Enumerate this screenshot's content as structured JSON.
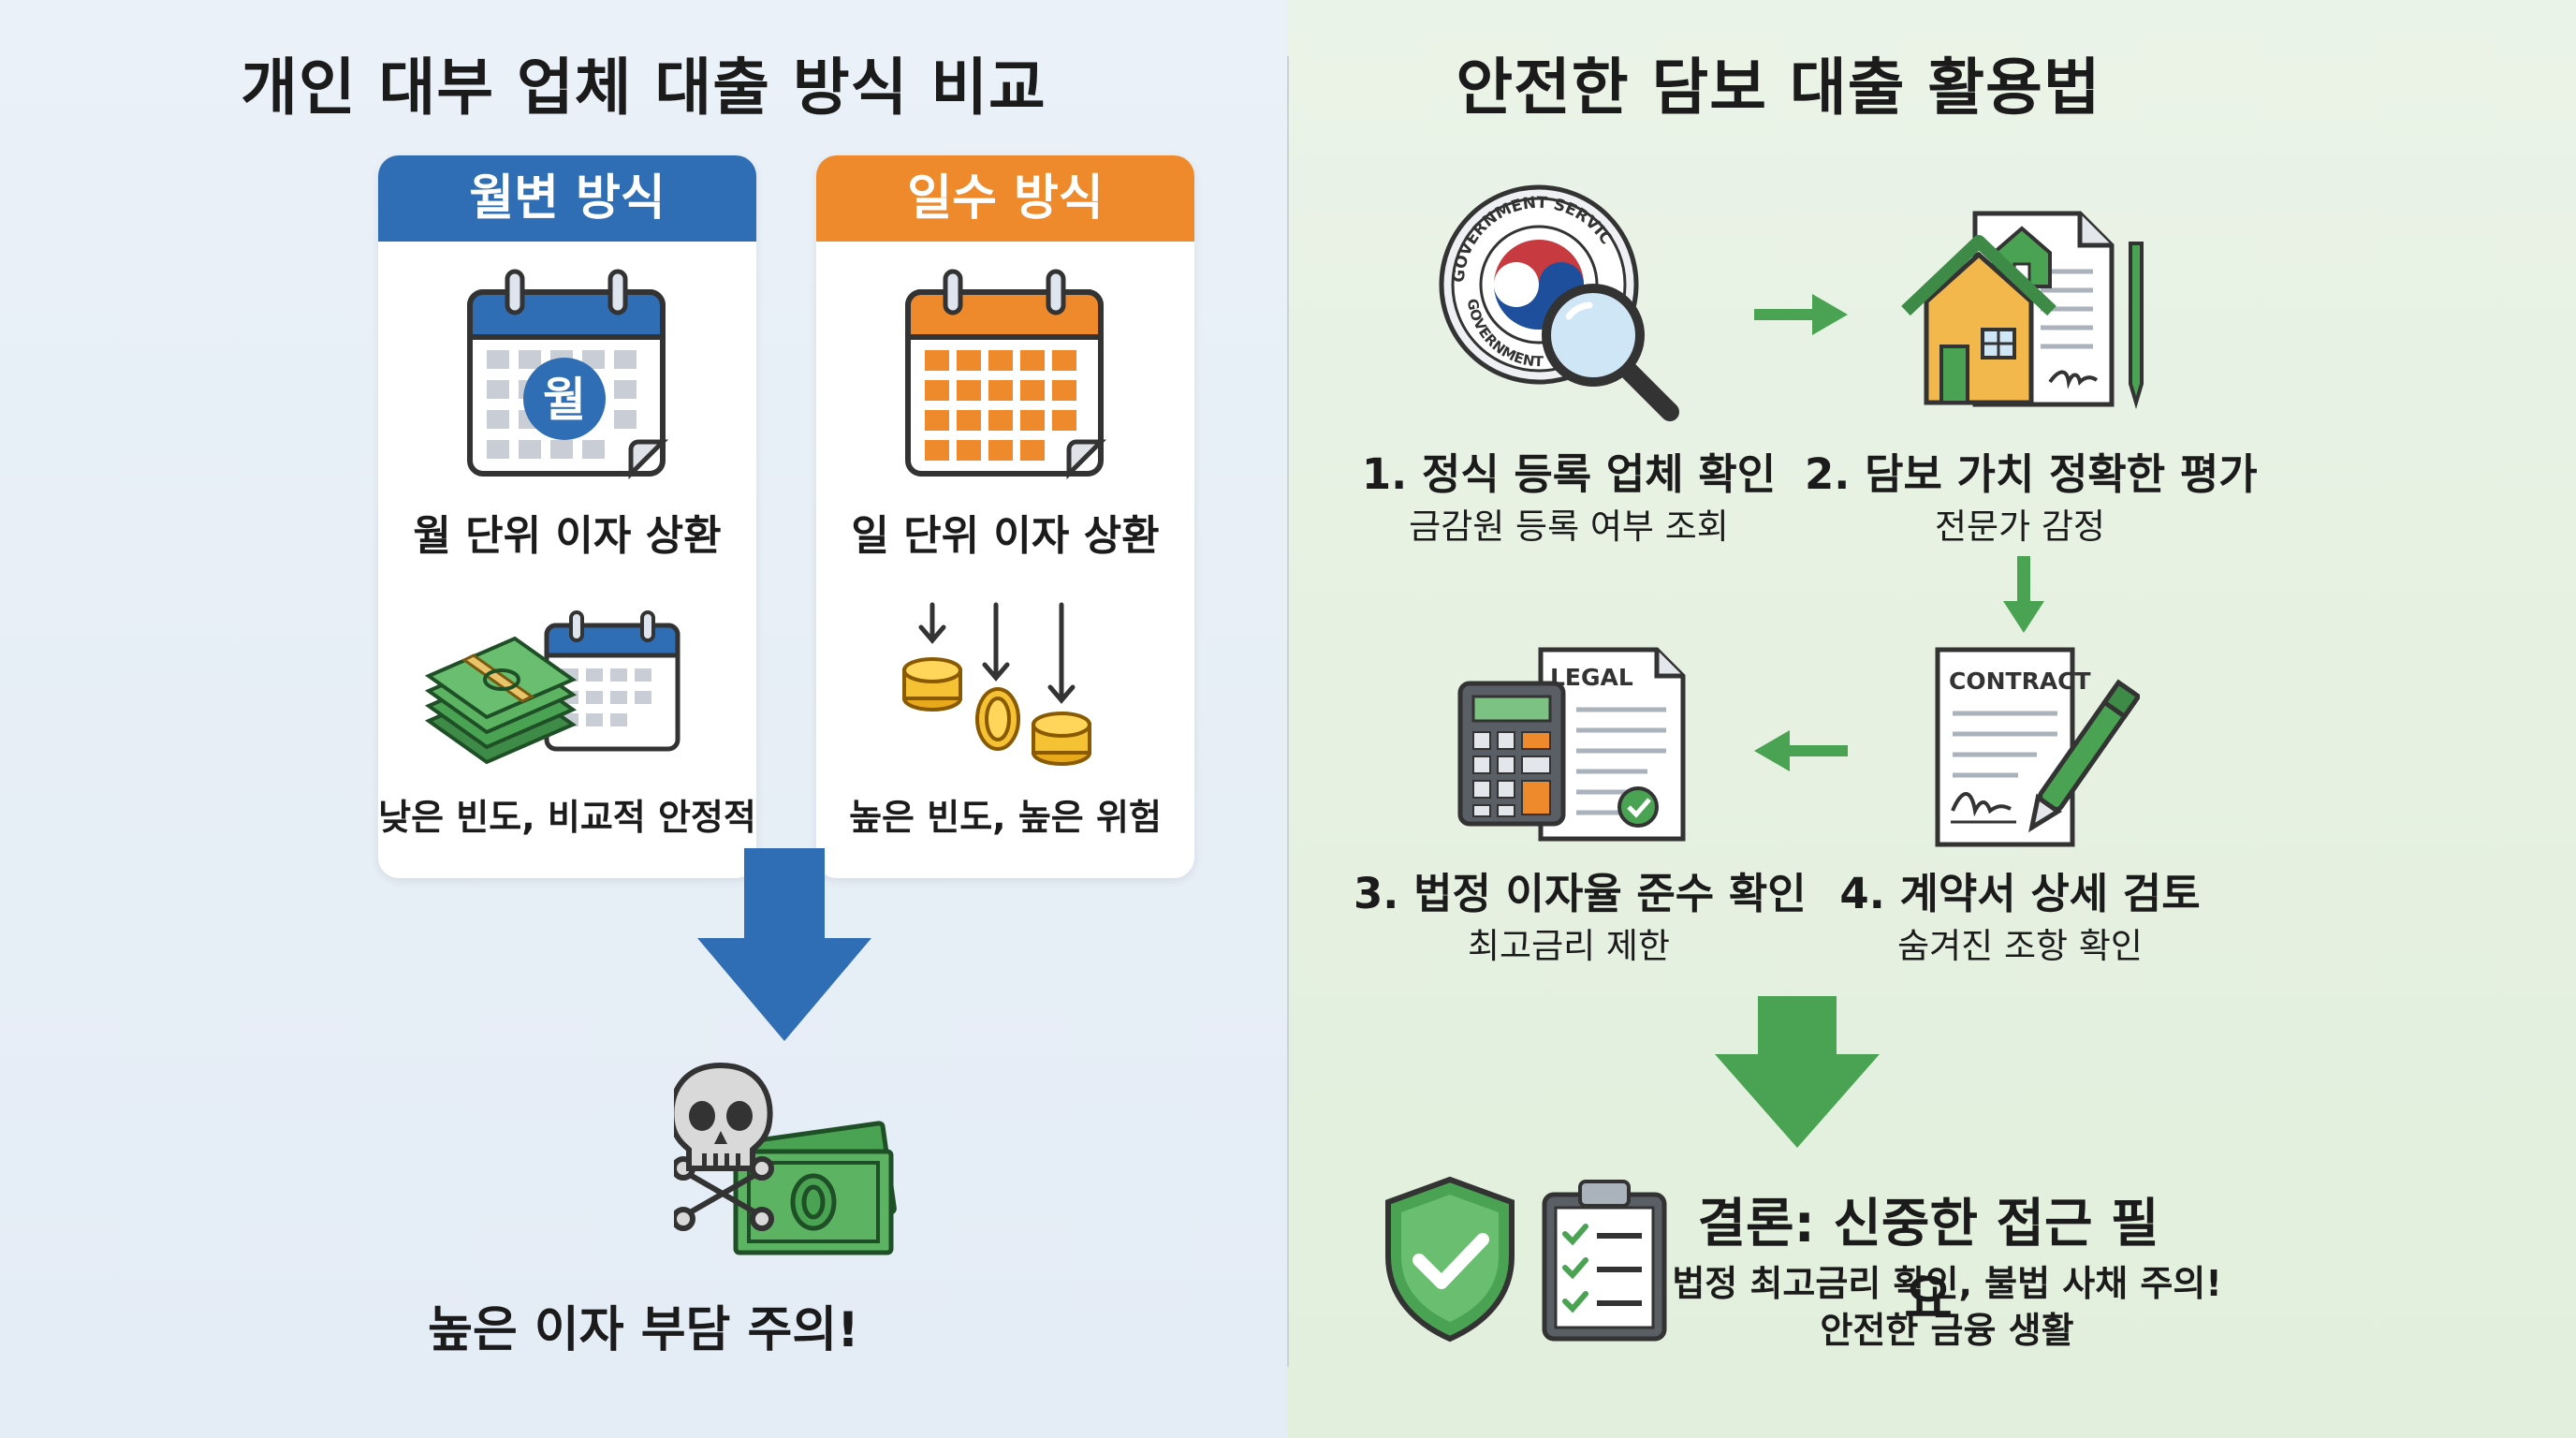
{
  "left": {
    "title": "개인 대부 업체 대출 방식 비교",
    "cards": [
      {
        "header": "월변 방식",
        "header_color": "#2f6eb5",
        "calendar_badge": "월",
        "label_main": "월 단위 이자 상환",
        "label_sub": "낮은 빈도, 비교적 안정적"
      },
      {
        "header": "일수 방식",
        "header_color": "#ee8a2c",
        "label_main": "일 단위 이자 상환",
        "label_sub": "높은 빈도, 높은 위험"
      }
    ],
    "warning": "높은 이자 부담 주의!"
  },
  "right": {
    "title": "안전한 담보 대출 활용법",
    "steps": [
      {
        "title": "1. 정식 등록 업체 확인",
        "sub": "금감원 등록 여부 조회",
        "icon": "government-seal-magnifier-icon"
      },
      {
        "title": "2. 담보 가치 정확한 평가",
        "sub": "전문가 감정",
        "icon": "house-document-icon"
      },
      {
        "title": "3. 법정 이자율 준수 확인",
        "sub": "최고금리 제한",
        "icon": "calculator-legal-document-icon",
        "doc_label": "LEGAL"
      },
      {
        "title": "4. 계약서 상세 검토",
        "sub": "숨겨진 조항 확인",
        "icon": "contract-pen-icon",
        "doc_label": "CONTRACT"
      }
    ],
    "seal_text_top": "GOVERNMENT SERVIC",
    "seal_text_bottom": "GOVERNMENT",
    "conclusion": {
      "title": "결론: 신중한 접근 필요",
      "line1": "법정 최고금리 확인, 불법 사채 주의!",
      "line2": "안전한 금융 생활"
    }
  },
  "colors": {
    "blue": "#2f6eb5",
    "orange": "#ee8a2c",
    "green": "#4aa352",
    "dark": "#333333"
  }
}
